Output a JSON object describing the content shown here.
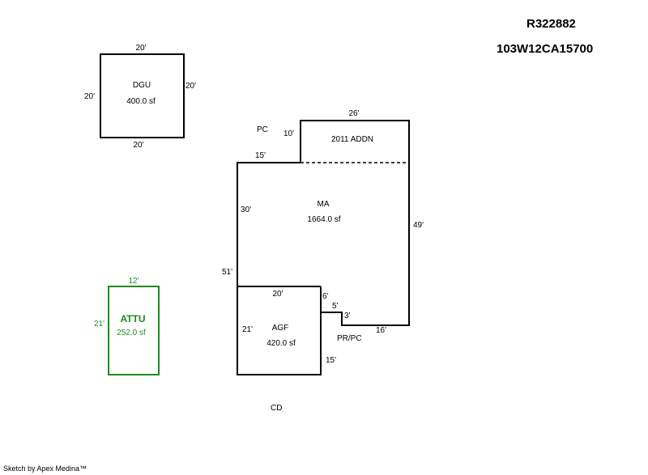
{
  "header": {
    "parcel_id": "R322882",
    "account_id": "103W12CA15700"
  },
  "footer": {
    "credit": "Sketch by Apex Medina™"
  },
  "colors": {
    "line": "#000000",
    "attu": "#1f8a1f"
  },
  "dgu": {
    "name": "DGU",
    "area": "400.0 sf",
    "dim_top": "20'",
    "dim_bottom": "20'",
    "dim_left": "20'",
    "dim_right": "20'"
  },
  "attu": {
    "name": "ATTU",
    "area": "252.0 sf",
    "dim_top": "12'",
    "dim_left": "21'"
  },
  "addn": {
    "name": "2011 ADDN",
    "dim_top": "26'",
    "dim_left": "10'"
  },
  "ma": {
    "name": "MA",
    "area": "1664.0 sf",
    "dim_top_left": "15'",
    "dim_left_upper": "30'",
    "dim_left": "51'",
    "dim_right": "49'",
    "dim_bottom": "16'"
  },
  "agf": {
    "name": "AGF",
    "area": "420.0 sf",
    "dim_top": "20'",
    "dim_left": "21'",
    "dim_right_lower": "15'",
    "dim_step_vertical": "6'",
    "dim_step_horizontal": "5'",
    "dim_step_small": "3'"
  },
  "labels": {
    "pc": "PC",
    "pr_pc": "PR/PC",
    "cd": "CD"
  }
}
